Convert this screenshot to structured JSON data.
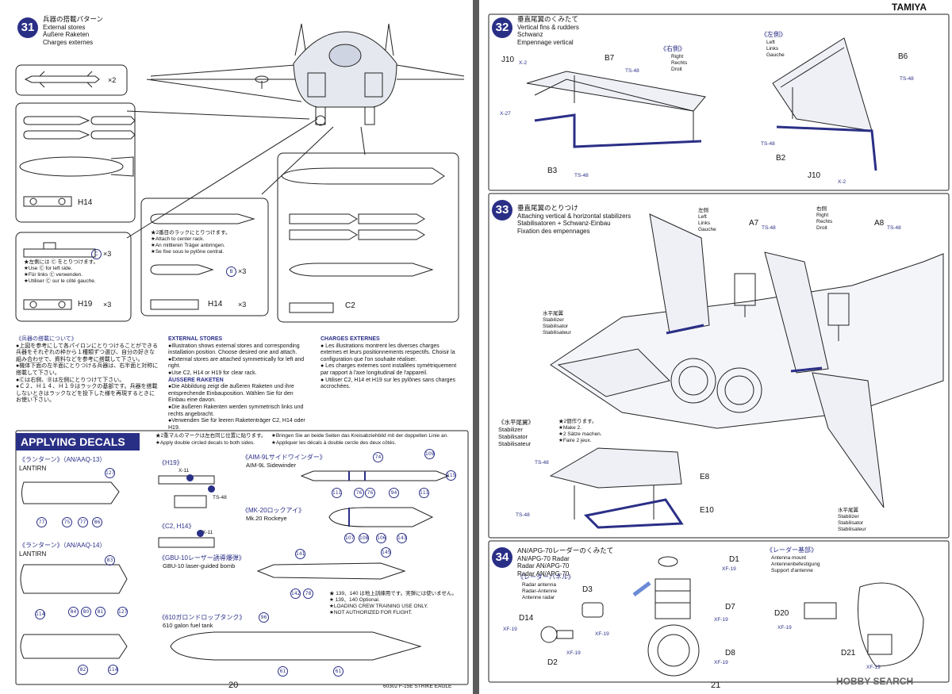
{
  "left_page": {
    "page_number": "20",
    "footer_code": "60302 F-15E STRIKE EAGLE",
    "step31": {
      "number": "31",
      "title_jp": "兵器の搭載パターン",
      "title_en": "External stores",
      "title_de": "Äußere Raketen",
      "title_fr": "Charges externes",
      "missile_count": "×2",
      "part_h14": "H14",
      "part_h19": "H19",
      "part_c2": "C2",
      "part_b": "B",
      "part_c": "C",
      "count_x3": "×3",
      "left_side_note": "★左側には Ⓒ をとりつけます。\n★Use Ⓒ for left side.\n★Für links Ⓒ verwenden.\n★Utiliser Ⓒ sur le côté gauche.",
      "center_rack_note": "★2番目のラックにとりつけます。\n★Attach to center rack.\n★An mittleren Träger anbringen.\n★Se fixe sous le pylône central.",
      "jp_body_title": "《兵器の搭載について》",
      "jp_body": "●上図を参考にして各パイロンにとりつけることができる兵器をそれぞれの枠から１種類ずつ選び、自分の好きな組み合わせで、資料などを参考に搭載して下さい。\n●機体下面の左半面にとりつける兵器は、右半面と対称に搭載して下さい。\n●Ⓒは右側、Ⓑは左側にとりつけて下さい。\n●Ｃ２、Ｈ１４、Ｈ１９はラックの基部です。兵器を搭載しないときはラックなどを投下した様を再現するときにお使い下さい。",
      "en_head": "EXTERNAL STORES",
      "en_body": "●Illustration shows external stores and corresponding installation position. Choose desired one and attach.\n●External stores are attached symmetrically for left and right.\n●Use C2, H14 or H19 for clear rack.",
      "de_head": "ÄUSSERE RAKETEN",
      "de_body": "●Die Abbildung zeigt die äußeren Raketen und ihre entsprechende Einbauposition. Wählen Sie für den Einbau eine davon.\n●Die äußeren Rakenten werden symmetrisch links und rechts angebracht.\n●Verwenden Sie für leeren Raketenträger C2, H14 oder H19.",
      "fr_head": "CHARGES EXTERNES",
      "fr_body": "● Les illustrations montrent les diverses charges externes et leurs positionnements respectifs. Choisir la configuration que l'on souhaite réaliser.\n● Les charges externes sont installées symétriquement par rapport à l'axe longitudinal de l'appareil.\n● Utiliser C2, H14 et H19 sur les pylônes sans charges accrochées."
    },
    "decals": {
      "banner": "APPLYING DECALS",
      "note_jp": "★2重マルのマークは左右同じ位置に貼ります。",
      "note_en": "★Apply double circled decals to both sides.",
      "note_de": "★Bringen Sie an beide Seiten das Kreisabziehbild mit der doppelten Linie an.",
      "note_fr": "★Appliquer les décals à double cercle des deux côtés.",
      "lantirn13_jp": "《ランターン》（AN/AAQ-13）",
      "lantirn13": "LANTIRN",
      "lantirn14_jp": "《ランターン》（AN/AAQ-14）",
      "lantirn14": "LANTIRN",
      "h19_jp": "《H19》",
      "c2h14_jp": "《C2, H14》",
      "x11": "X-11",
      "ts48": "TS-48",
      "aim9_jp": "《AIM-9Lサイドワインダー》",
      "aim9": "AIM-9L Sidewinder",
      "mk20_jp": "《MK-20ロックアイ》",
      "mk20": "Mk.20 Rockeye",
      "gbu10_jp": "《GBU-10レーザー誘導爆弾》",
      "gbu10": "GBU-10 laser-guided bomb",
      "tank_jp": "《610ガロンドロップタンク》",
      "tank": "610 galon fuel tank",
      "training_note": "★ 139、140 は地上訓練用です。実弾には使いません。\n★ 139、140 Optional.\n★LOADING CREW TRAINING USE ONLY.\n★NOT AUTHORIZED FOR FLIGHT.",
      "decal_numbers": [
        "127",
        "77",
        "75",
        "77",
        "86",
        "83",
        "84",
        "80",
        "81",
        "127",
        "114",
        "82",
        "114",
        "74",
        "109",
        "115",
        "111",
        "76",
        "76",
        "94",
        "111",
        "107",
        "108",
        "106",
        "143",
        "141",
        "142",
        "78",
        "145",
        "96",
        "61",
        "61"
      ]
    }
  },
  "right_page": {
    "brand": "TAMIYA",
    "page_number": "21",
    "watermark": "HOBBY SEARCH",
    "step32": {
      "number": "32",
      "title_jp": "垂直尾翼のくみたて",
      "title_en": "Vertical fins & rudders",
      "title_de": "Schwanz",
      "title_fr": "Empennage vertical",
      "right_jp": "《右側》",
      "right": "Right\nRechts\nDroit",
      "left_jp": "《左側》",
      "left": "Left\nLinks\nGauche",
      "parts": [
        "J10",
        "X-2",
        "X-27",
        "B7",
        "TS-48",
        "B3",
        "TS-48",
        "B6",
        "TS-48",
        "TS-48",
        "B2",
        "J10",
        "X-2"
      ]
    },
    "step33": {
      "number": "33",
      "title_jp": "垂直尾翼のとりつけ",
      "title_en": "Attaching vertical & horizontal stabilizers",
      "title_de": "Stabilisatoren + Schwanz-Einbau",
      "title_fr": "Fixation des empennages",
      "left_side": "左側\nLeft\nLinks\nGauche",
      "right_side": "右側\nRight\nRechts\nDroit",
      "a7": "A7",
      "a8": "A8",
      "ts48": "TS-48",
      "stab_label": "水平尾翼\nStabilizer\nStabilisator\nStabilisateur",
      "stab_head": "《水平尾翼》\nStabilizer\nStabilisator\nStabilisateur",
      "make2": "★2個作ります。\n★Make 2.\n★2 Sätze machen.\n★Faire 2 jeux.",
      "e8": "E8",
      "e10": "E10"
    },
    "step34": {
      "number": "34",
      "title_jp": "AN/APG-70レーダーのくみたて",
      "title_en": "AN/APG-70 Radar",
      "title_de": "Radar AN/APG-70",
      "title_fr": "Radar AN/APG-70",
      "panel_jp": "《レーダーパネル》",
      "panel": "Radar antenna\nRadar-Antenne\nAntenne radar",
      "mount_jp": "《レーダー基部》",
      "mount": "Antenna mount\nAntennenbefestigung\nSupport d'antenne",
      "parts": [
        "D1",
        "XF-19",
        "D3",
        "D7",
        "XF-19",
        "D14",
        "XF-19",
        "XF-19",
        "D2",
        "XF-19",
        "D8",
        "XF-19",
        "D20",
        "XF-19",
        "D21",
        "XF-19"
      ]
    }
  }
}
